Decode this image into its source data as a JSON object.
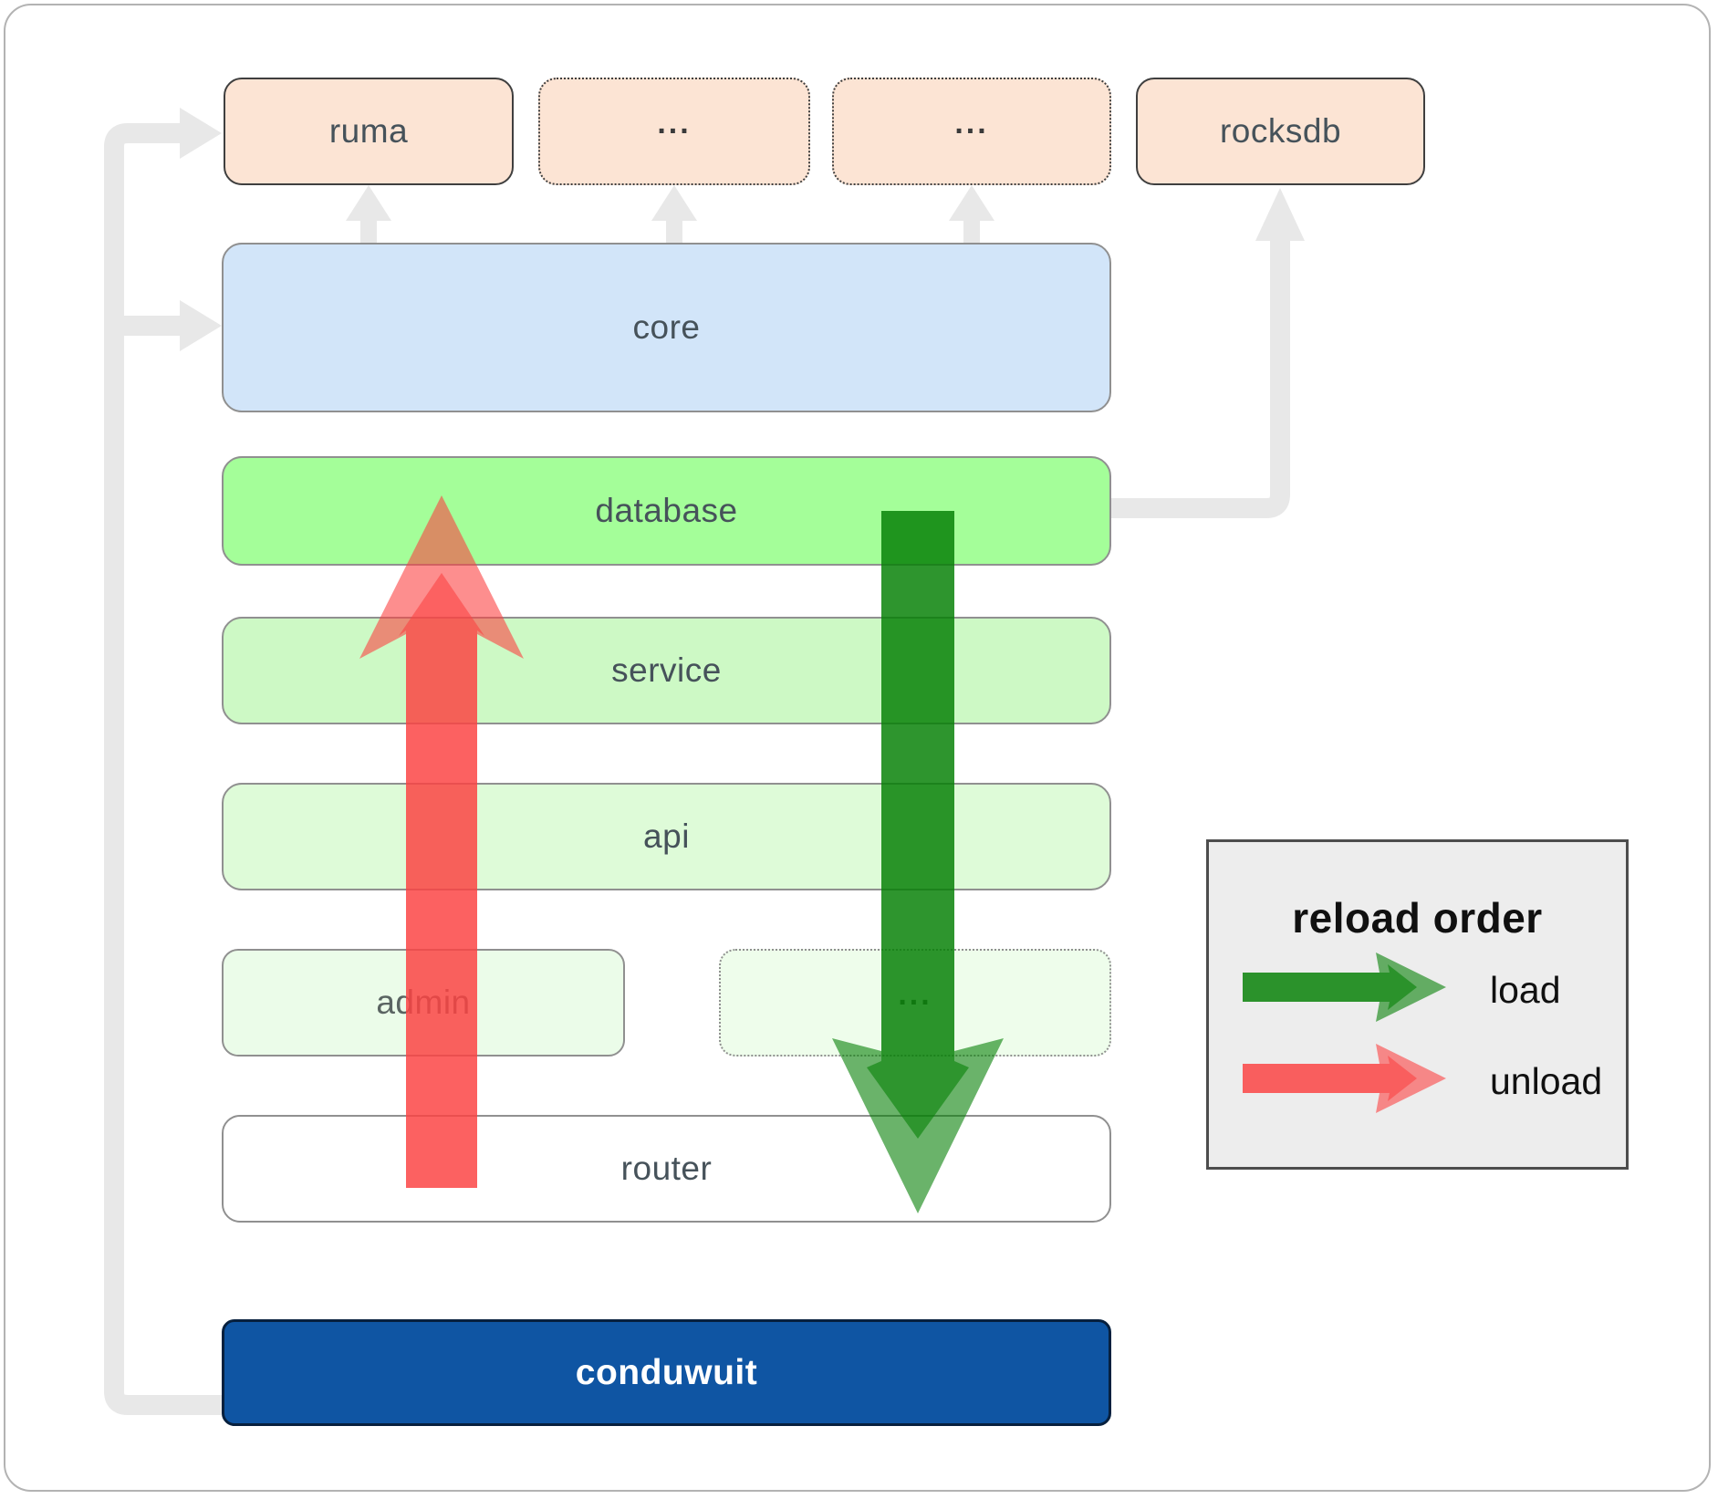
{
  "diagram": {
    "top_row": [
      {
        "label": "ruma",
        "style": "solid"
      },
      {
        "label": "...",
        "style": "dotted"
      },
      {
        "label": "...",
        "style": "dotted"
      },
      {
        "label": "rocksdb",
        "style": "solid"
      }
    ],
    "layers": {
      "core": "core",
      "database": "database",
      "service": "service",
      "api": "api",
      "admin": "admin",
      "admin_more": "...",
      "router": "router"
    },
    "app": "conduwuit"
  },
  "legend": {
    "title": "reload order",
    "items": [
      {
        "label": "load",
        "color_key": "arrow_green"
      },
      {
        "label": "unload",
        "color_key": "arrow_red"
      }
    ]
  },
  "colors": {
    "background": "#ffffff",
    "outer_border": "#b3b3b3",
    "connector_gray": "#e8e8e8",
    "box_border_dark": "#3f3f3f",
    "box_border_gray": "#909090",
    "peach": "#fce4d4",
    "blue": "#d2e5f9",
    "green_bright": "#a4fe99",
    "green_light": "#cdf9c5",
    "green_lighter": "#defbd8",
    "green_faint": "#ebfce9",
    "green_faint2": "#eefdeb",
    "navy": "#0f55a3",
    "navy_border": "#07203e",
    "arrow_green": "#068006",
    "arrow_red": "#fb4343",
    "label_dark": "#46525a",
    "label_admin": "#5a6462",
    "dots_dark": "#3a3a3a",
    "legend_bg": "#ededed",
    "legend_border": "#4d4d4d",
    "legend_text": "#101010",
    "conduwuit_text": "#ffffff"
  }
}
